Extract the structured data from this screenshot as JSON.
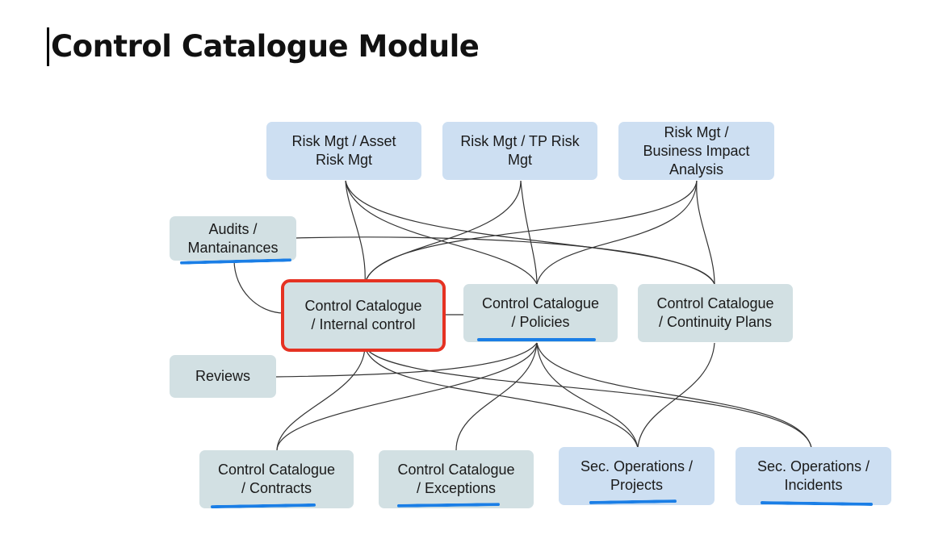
{
  "page": {
    "title": "Control Catalogue Module"
  },
  "nodes": {
    "asset_risk": "Risk Mgt / Asset\nRisk Mgt",
    "tp_risk": "Risk Mgt / TP Risk\nMgt",
    "bia": "Risk Mgt /\nBusiness Impact\nAnalysis",
    "audits": "Audits /\nMantainances",
    "internal_control": "Control Catalogue\n/ Internal control",
    "policies": "Control Catalogue\n/ Policies",
    "continuity": "Control Catalogue\n/ Continuity Plans",
    "reviews": "Reviews",
    "contracts": "Control Catalogue\n/ Contracts",
    "exceptions": "Control Catalogue\n/ Exceptions",
    "projects": "Sec. Operations /\nProjects",
    "incidents": "Sec. Operations /\nIncidents"
  },
  "colors": {
    "risk_node": "#cddff2",
    "control_node": "#d2e0e3",
    "highlight_box": "#e53222",
    "underline": "#1a7ee6",
    "connector": "#333333"
  }
}
